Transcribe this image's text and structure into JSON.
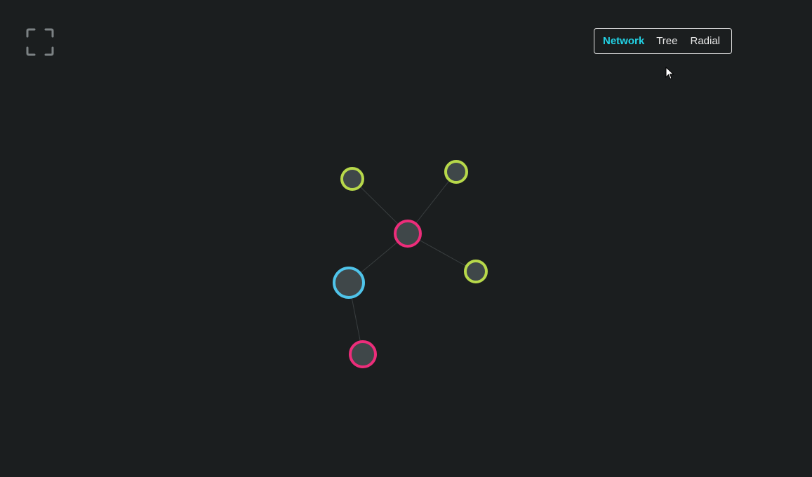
{
  "toolbar": {
    "fullscreen_icon": "fullscreen-corners-icon",
    "views": [
      {
        "label": "Network",
        "active": true
      },
      {
        "label": "Tree",
        "active": false
      },
      {
        "label": "Radial",
        "active": false
      }
    ]
  },
  "colors": {
    "background": "#1b1e1f",
    "node_fill": "#3f4749",
    "edge": "#3a3f40",
    "pink": "#ec2d7a",
    "lime": "#b7d84a",
    "cyan": "#4fc4ea",
    "active_tab": "#22d3e6"
  },
  "graph": {
    "nodes": [
      {
        "id": "n1",
        "group": "pink"
      },
      {
        "id": "n2",
        "group": "lime"
      },
      {
        "id": "n3",
        "group": "lime"
      },
      {
        "id": "n4",
        "group": "lime"
      },
      {
        "id": "n5",
        "group": "cyan"
      },
      {
        "id": "n6",
        "group": "pink"
      }
    ],
    "edges": [
      {
        "source": "n1",
        "target": "n2"
      },
      {
        "source": "n1",
        "target": "n3"
      },
      {
        "source": "n1",
        "target": "n4"
      },
      {
        "source": "n1",
        "target": "n5"
      },
      {
        "source": "n5",
        "target": "n6"
      }
    ]
  }
}
